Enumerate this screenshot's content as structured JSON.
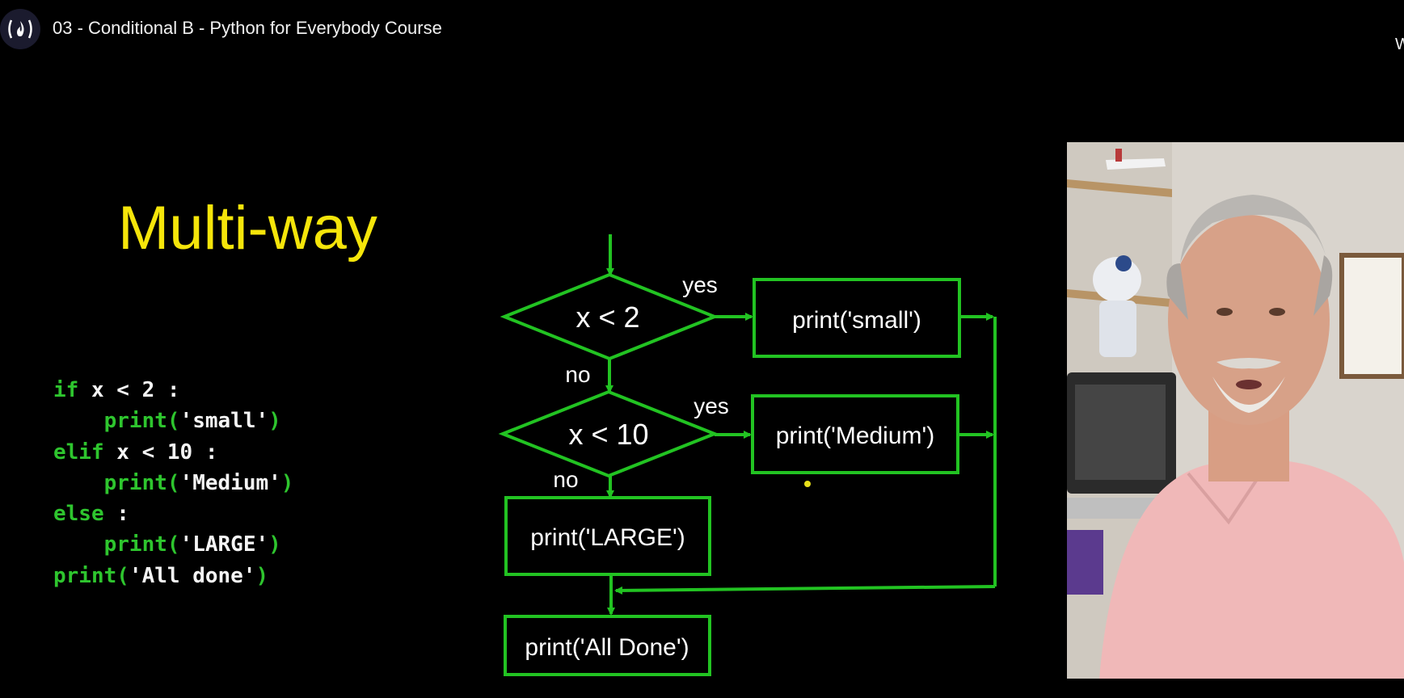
{
  "header": {
    "title": "03 - Conditional B - Python for Everybody Course",
    "right_edge_text": "W"
  },
  "slide": {
    "title": "Multi-way",
    "code": [
      {
        "kw": "if",
        "rest": " x < 2 :"
      },
      {
        "indent": "    ",
        "kw": "print(",
        "str": "'small'",
        "close": ")"
      },
      {
        "kw": "elif",
        "rest": " x < 10 :"
      },
      {
        "indent": "    ",
        "kw": "print(",
        "str": "'Medium'",
        "close": ")"
      },
      {
        "kw": "else",
        "rest": " :"
      },
      {
        "indent": "    ",
        "kw": "print(",
        "str": "'LARGE'",
        "close": ")"
      },
      {
        "kw": "print(",
        "str": "'All done'",
        "close": ")"
      }
    ],
    "flowchart": {
      "decision1": "x < 2",
      "decision2": "x < 10",
      "yes1": "yes",
      "yes2": "yes",
      "no1": "no",
      "no2": "no",
      "box_small": "print('small')",
      "box_medium": "print('Medium')",
      "box_large": "print('LARGE')",
      "box_done": "print('All Done')"
    }
  },
  "colors": {
    "background": "#000000",
    "title": "#f5e50a",
    "flow_green": "#22c322",
    "code_keyword": "#2ec52e",
    "code_text": "#f5f5f5",
    "pointer_dot": "#e8e01a"
  },
  "icons": {
    "channel_avatar": "flame-logo-icon"
  }
}
